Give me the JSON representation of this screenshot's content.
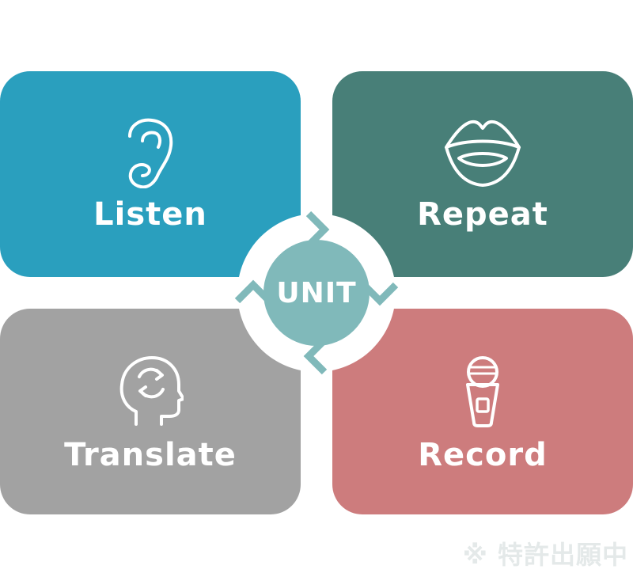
{
  "cards": {
    "listen": {
      "label": "Listen",
      "icon": "ear-icon",
      "color": "#2a9fbe"
    },
    "repeat": {
      "label": "Repeat",
      "icon": "mouth-icon",
      "color": "#487f78"
    },
    "translate": {
      "label": "Translate",
      "icon": "head-cycle-icon",
      "color": "#a2a2a2"
    },
    "record": {
      "label": "Record",
      "icon": "microphone-icon",
      "color": "#cd7c7d"
    }
  },
  "center": {
    "label": "UNIT",
    "color": "#80b9ba",
    "icon": "cycle-arrows-icon"
  },
  "footnote": {
    "text": "※ 特許出願中"
  }
}
